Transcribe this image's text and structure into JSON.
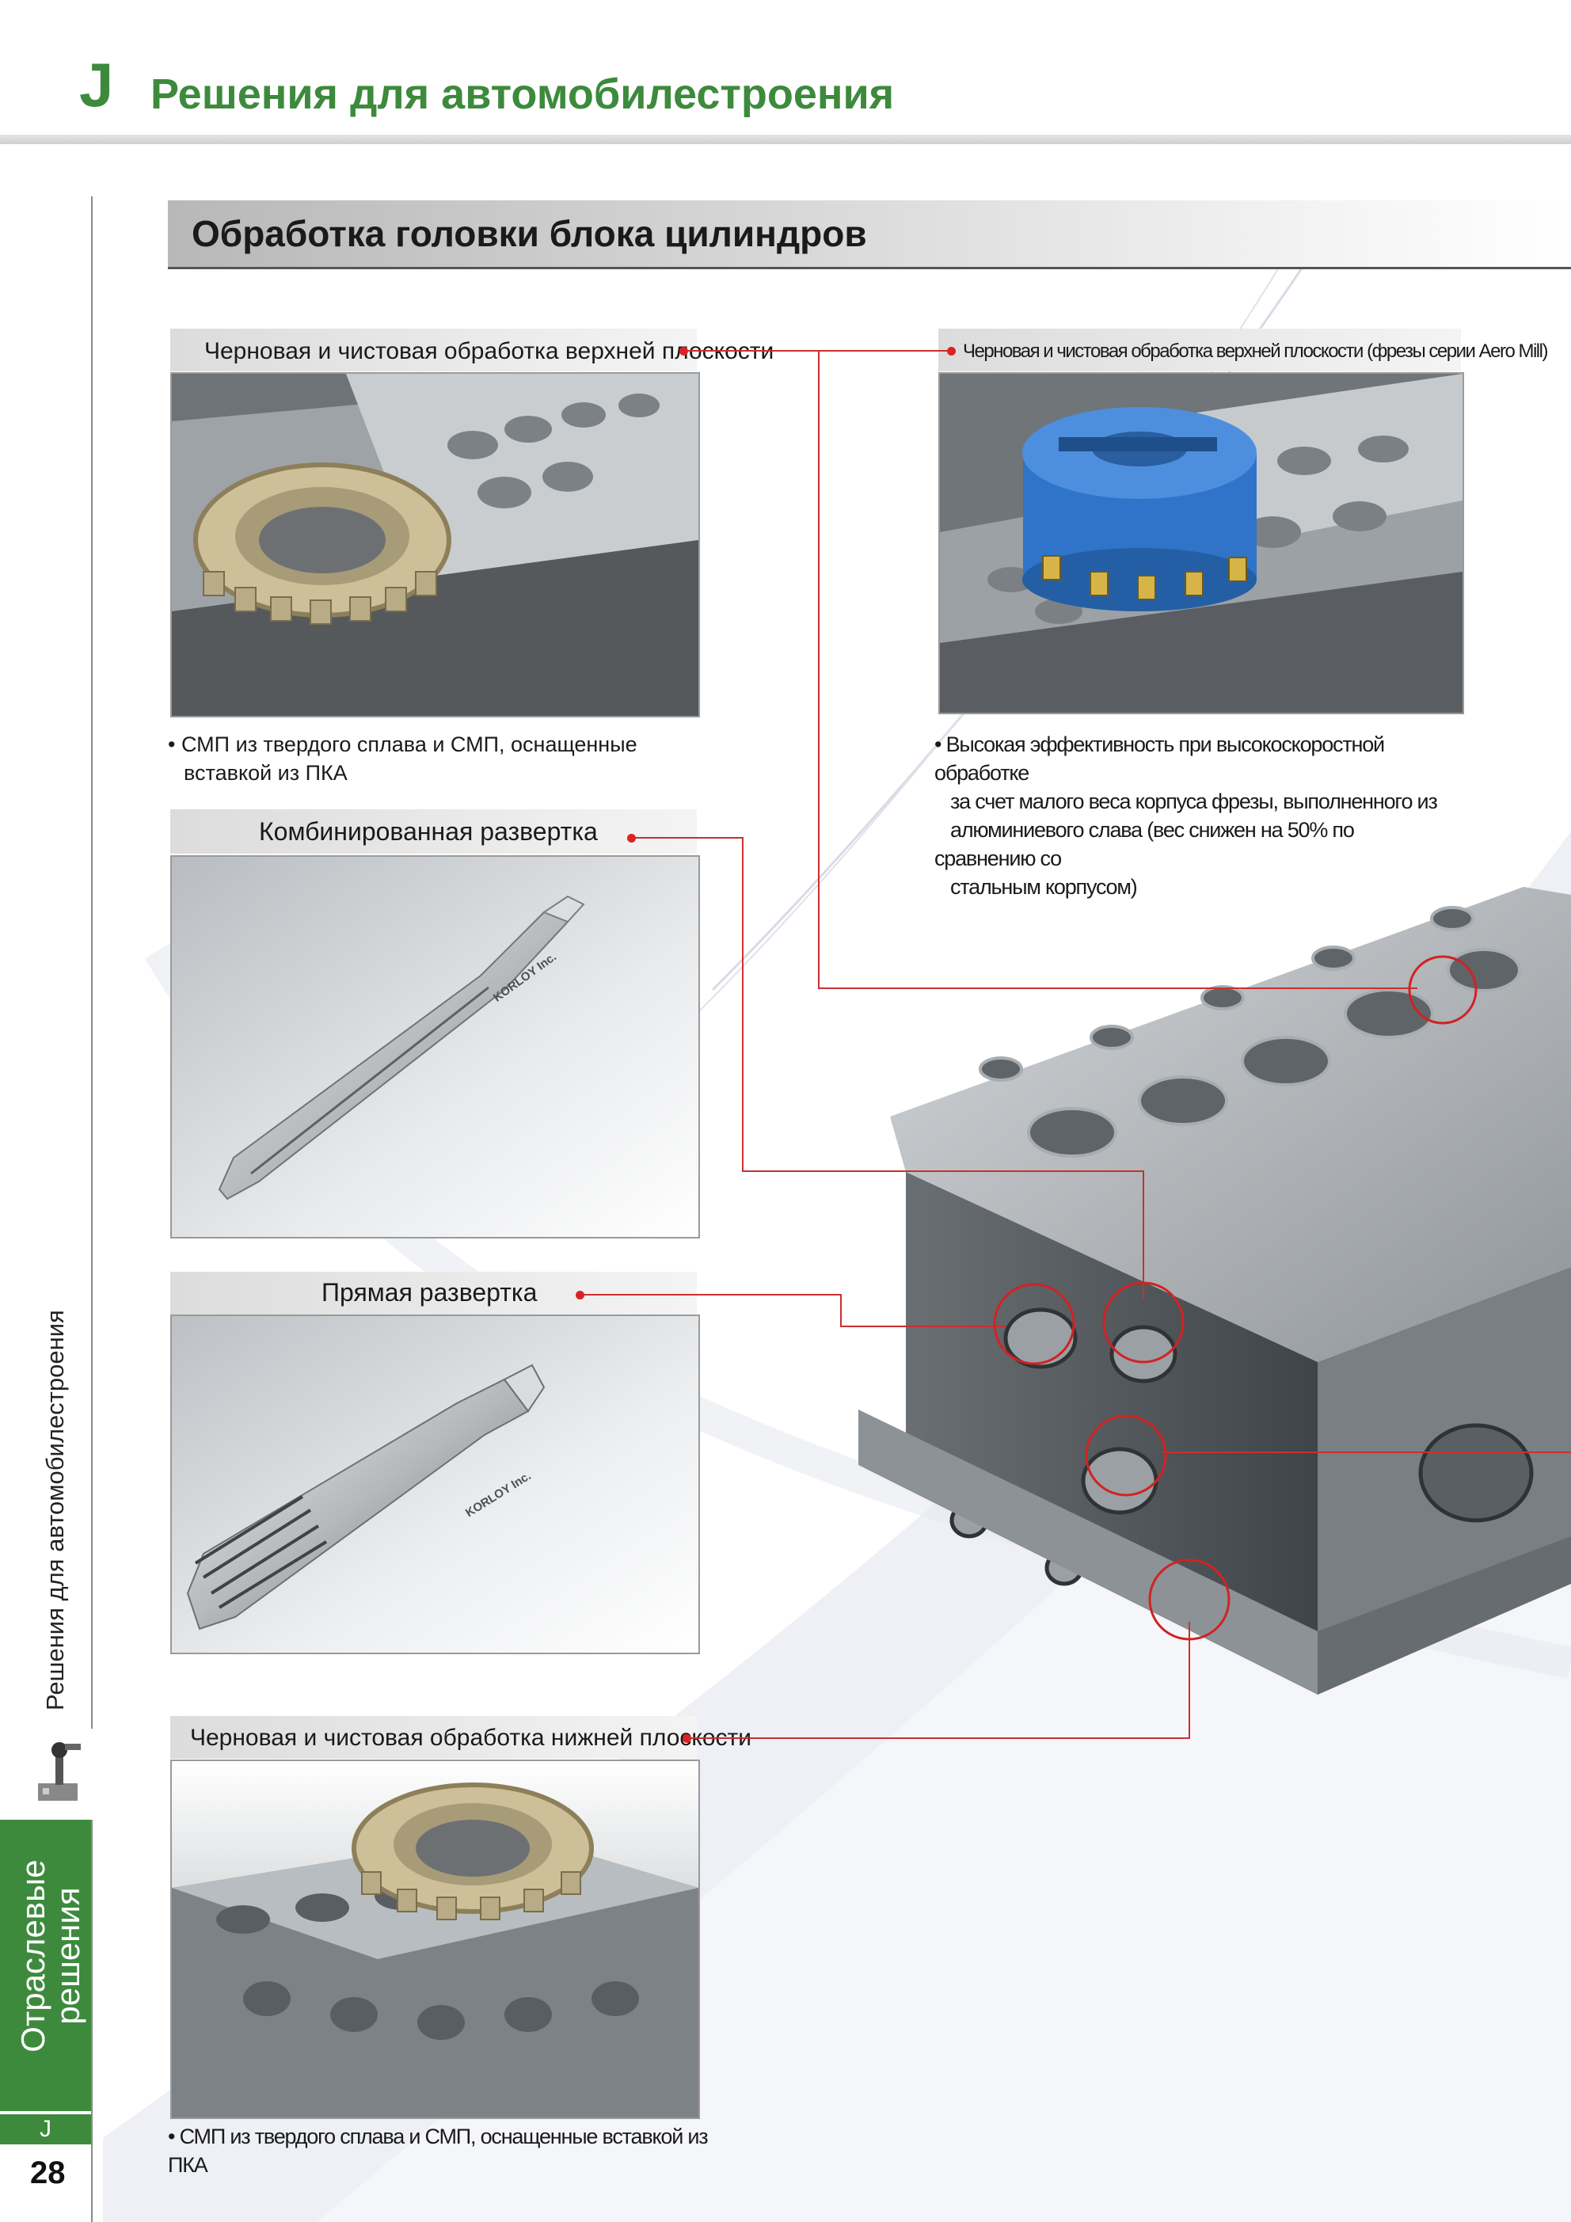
{
  "header": {
    "letter": "J",
    "title": "Решения для автомобилестроения"
  },
  "section": {
    "title": "Обработка головки блока цилиндров"
  },
  "blocks": {
    "top_left": {
      "label": "Черновая и чистовая обработка верхней плоскости",
      "caption_lines": [
        "СМП из твердого сплава и СМП, оснащенные",
        "вставкой из ПКА"
      ]
    },
    "top_right": {
      "label": "Черновая и чистовая обработка верхней плоскости (фрезы серии Aero Mill)",
      "caption_lines": [
        "Высокая эффективность при высокоскоростной обработке",
        "за счет малого веса корпуса фрезы, выполненного из",
        "алюминиевого слава (вес снижен на 50% по сравнению со",
        "стальным корпусом)"
      ]
    },
    "combined_reamer": {
      "label": "Комбинированная развертка",
      "brand": "KORLOY Inc."
    },
    "straight_reamer": {
      "label": "Прямая развертка",
      "brand": "KORLOY Inc."
    },
    "bottom": {
      "label": "Черновая и чистовая обработка нижней плоскости",
      "caption": "СМП из твердого сплава и СМП, оснащенные вставкой из ПКА"
    }
  },
  "sidebar": {
    "vertical_text": "Решения для автомобилестроения",
    "tab_text_lines": [
      "Отраслевые",
      "решения"
    ],
    "tab_letter": "J",
    "page_number": "28"
  },
  "colors": {
    "brand_green": "#3d8a3d",
    "callout_red": "#d22222",
    "cutter_blue": "#2f74c8"
  },
  "icons": {
    "sidebar_icon": "robot-arm-icon",
    "bullet": "bullet-dot"
  }
}
